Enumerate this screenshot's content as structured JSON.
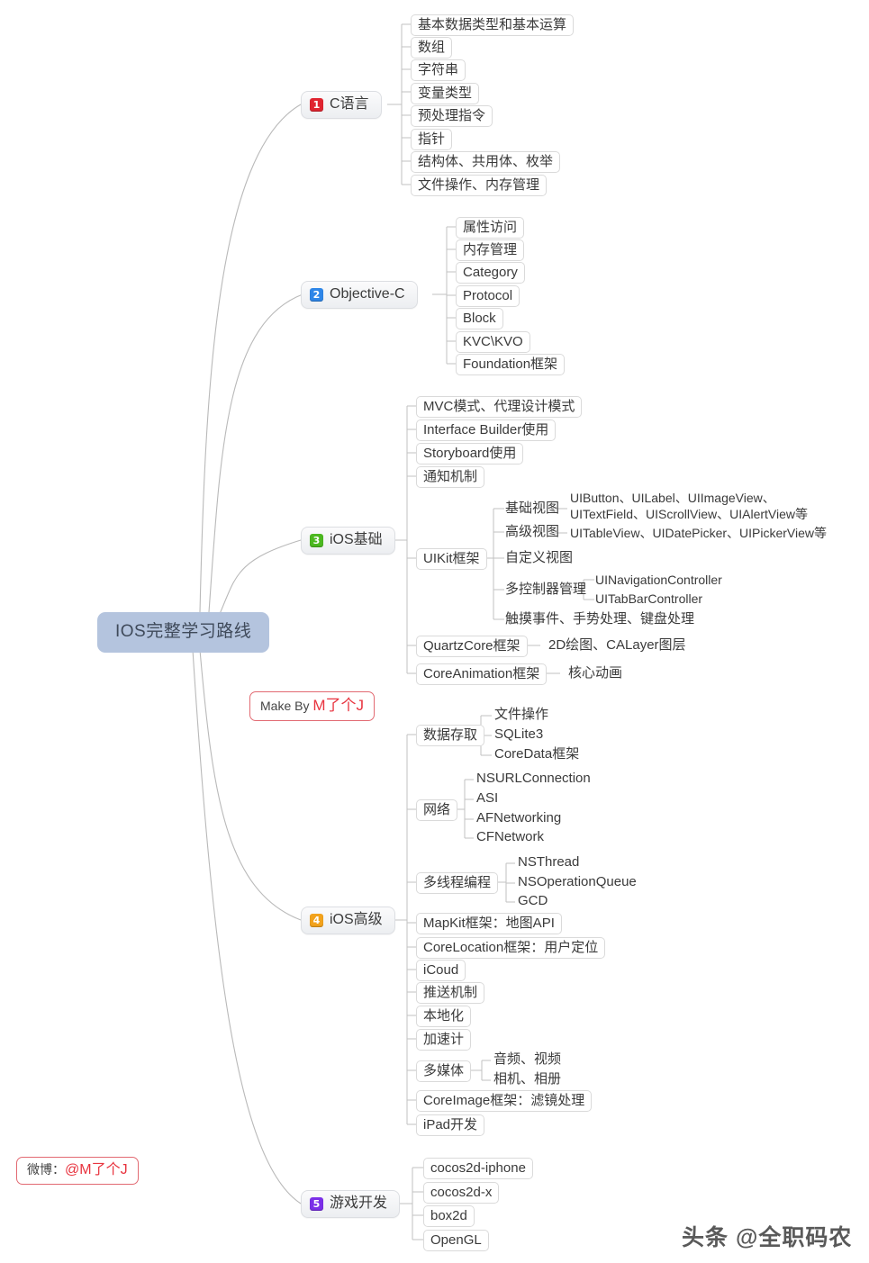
{
  "root": {
    "label": "IOS完整学习路线"
  },
  "annotations": {
    "make_by_prefix": "Make By ",
    "make_by_name": "M了个J",
    "weibo_prefix": "微博：",
    "weibo_name": "@M了个J",
    "watermark": "头条 @全职码农"
  },
  "badge_colors": {
    "one": "#e02430",
    "two": "#2f86e8",
    "three": "#4cb820",
    "four": "#f2a21c",
    "five": "#7b2fe8"
  },
  "branches": [
    {
      "num": "1",
      "label": "C语言",
      "children": [
        {
          "label": "基本数据类型和基本运算"
        },
        {
          "label": "数组"
        },
        {
          "label": "字符串"
        },
        {
          "label": "变量类型"
        },
        {
          "label": "预处理指令"
        },
        {
          "label": "指针"
        },
        {
          "label": "结构体、共用体、枚举"
        },
        {
          "label": "文件操作、内存管理"
        }
      ]
    },
    {
      "num": "2",
      "label": "Objective-C",
      "children": [
        {
          "label": "属性访问"
        },
        {
          "label": "内存管理"
        },
        {
          "label": "Category"
        },
        {
          "label": "Protocol"
        },
        {
          "label": "Block"
        },
        {
          "label": "KVC\\KVO"
        },
        {
          "label": "Foundation框架"
        }
      ]
    },
    {
      "num": "3",
      "label": "iOS基础",
      "children": [
        {
          "label": "MVC模式、代理设计模式"
        },
        {
          "label": "Interface Builder使用"
        },
        {
          "label": "Storyboard使用"
        },
        {
          "label": "通知机制"
        },
        {
          "label": "UIKit框架",
          "children": [
            {
              "label": "基础视图",
              "children": [
                {
                  "label": "UIButton、UILabel、UIImageView、",
                  "label2": "UITextField、UIScrollView、UIAlertView等"
                }
              ]
            },
            {
              "label": "高级视图",
              "children": [
                {
                  "label": "UITableView、UIDatePicker、UIPickerView等"
                }
              ]
            },
            {
              "label": "自定义视图"
            },
            {
              "label": "多控制器管理",
              "children": [
                {
                  "label": "UINavigationController"
                },
                {
                  "label": "UITabBarController"
                }
              ]
            },
            {
              "label": "触摸事件、手势处理、键盘处理"
            }
          ]
        },
        {
          "label": "QuartzCore框架",
          "children": [
            {
              "label": "2D绘图、CALayer图层"
            }
          ]
        },
        {
          "label": "CoreAnimation框架",
          "children": [
            {
              "label": "核心动画"
            }
          ]
        }
      ]
    },
    {
      "num": "4",
      "label": "iOS高级",
      "children": [
        {
          "label": "数据存取",
          "children": [
            {
              "label": "文件操作"
            },
            {
              "label": "SQLite3"
            },
            {
              "label": "CoreData框架"
            }
          ]
        },
        {
          "label": "网络",
          "children": [
            {
              "label": "NSURLConnection"
            },
            {
              "label": "ASI"
            },
            {
              "label": "AFNetworking"
            },
            {
              "label": "CFNetwork"
            }
          ]
        },
        {
          "label": "多线程编程",
          "children": [
            {
              "label": "NSThread"
            },
            {
              "label": "NSOperationQueue"
            },
            {
              "label": "GCD"
            }
          ]
        },
        {
          "label": "MapKit框架：地图API"
        },
        {
          "label": "CoreLocation框架：用户定位"
        },
        {
          "label": "iCoud"
        },
        {
          "label": "推送机制"
        },
        {
          "label": "本地化"
        },
        {
          "label": "加速计"
        },
        {
          "label": "多媒体",
          "children": [
            {
              "label": "音频、视频"
            },
            {
              "label": "相机、相册"
            }
          ]
        },
        {
          "label": "CoreImage框架：滤镜处理"
        },
        {
          "label": "iPad开发"
        }
      ]
    },
    {
      "num": "5",
      "label": "游戏开发",
      "children": [
        {
          "label": "cocos2d-iphone"
        },
        {
          "label": "cocos2d-x"
        },
        {
          "label": "box2d"
        },
        {
          "label": "OpenGL"
        }
      ]
    }
  ]
}
